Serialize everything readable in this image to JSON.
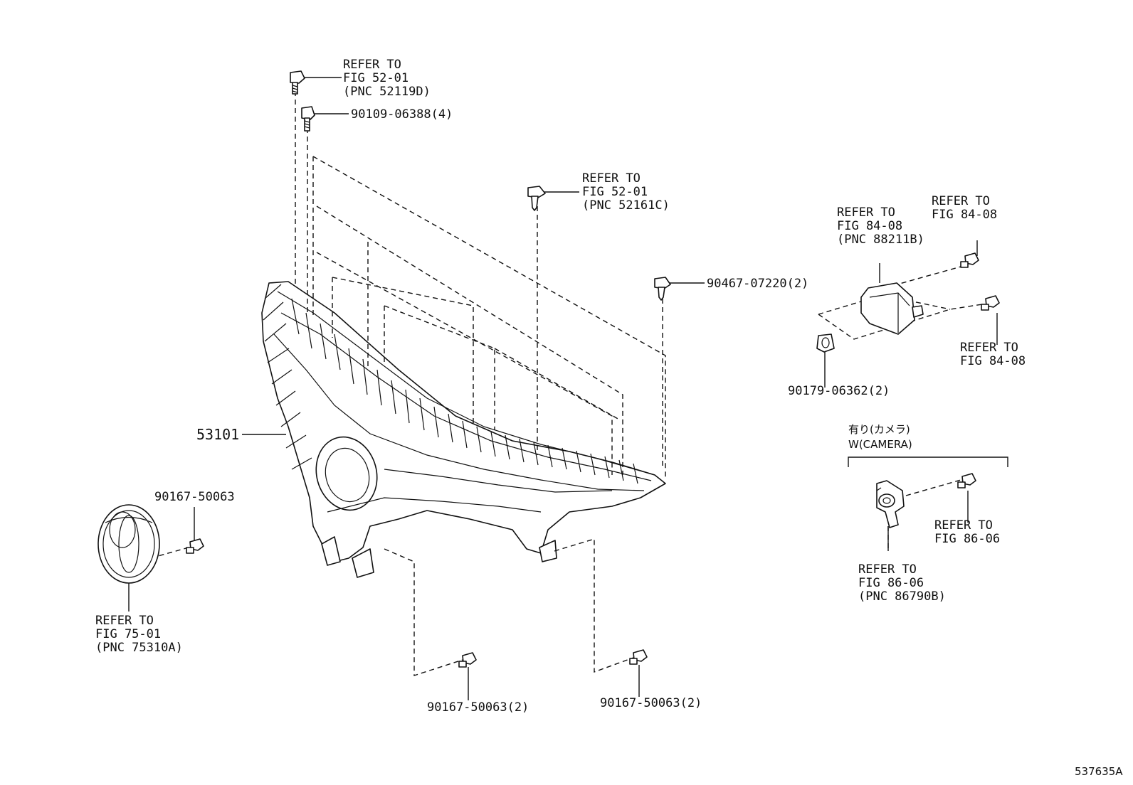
{
  "labels": {
    "bolt_top_ref": [
      "REFER TO",
      "FIG 52-01",
      "(PNC 52119D)"
    ],
    "bolt_top_part": "90109-06388(4)",
    "clip_ref": [
      "REFER TO",
      "FIG 52-01",
      "(PNC 52161C)"
    ],
    "clip_part": "90467-07220(2)",
    "sensor_ref": [
      "REFER TO",
      "FIG 84-08",
      "(PNC 88211B)"
    ],
    "sensor_bolt_top_ref": [
      "REFER TO",
      "FIG 84-08"
    ],
    "sensor_bolt_right_ref": [
      "REFER TO",
      "FIG 84-08"
    ],
    "sensor_nut_part": "90179-06362(2)",
    "grille_part": "53101",
    "emblem_screw_part": "90167-50063",
    "emblem_ref": [
      "REFER TO",
      "FIG 75-01",
      "(PNC 75310A)"
    ],
    "lower_screw_left_part": "90167-50063(2)",
    "lower_screw_right_part": "90167-50063(2)",
    "camera_condition_jp": "有り(カメラ)",
    "camera_condition_en": "W(CAMERA)",
    "camera_bolt_ref": [
      "REFER TO",
      "FIG 86-06"
    ],
    "camera_ref": [
      "REFER TO",
      "FIG 86-06",
      "(PNC 86790B)"
    ],
    "illustration_number": "537635A"
  }
}
